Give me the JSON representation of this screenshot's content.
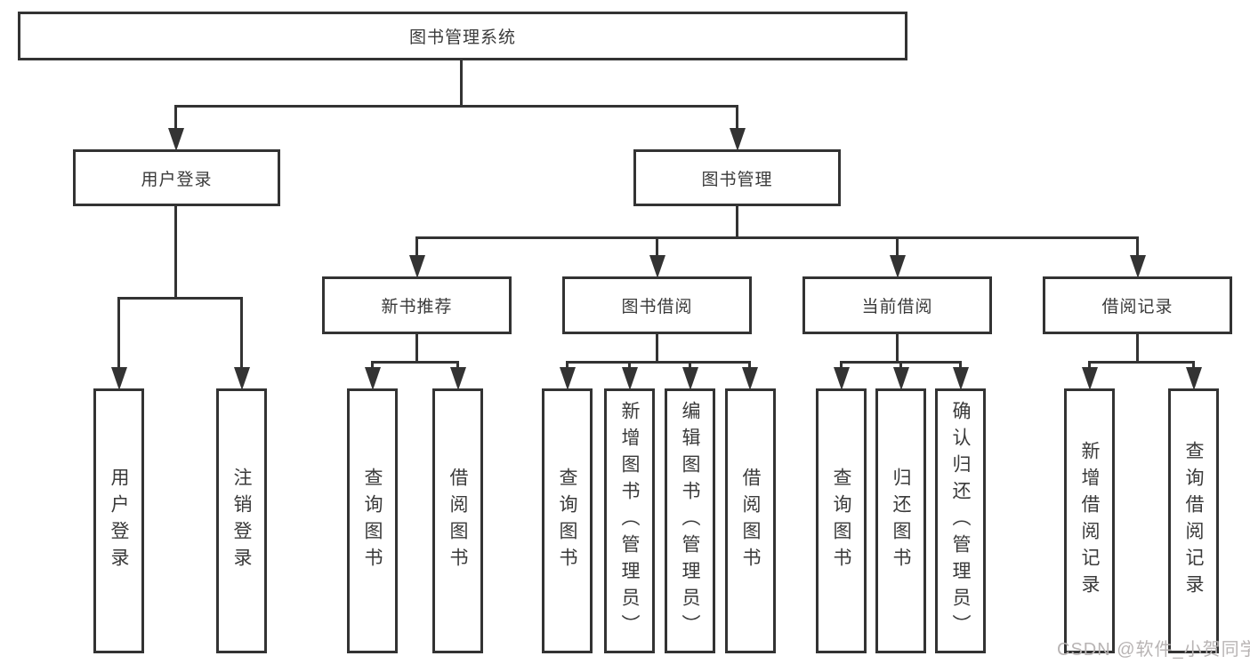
{
  "colors": {
    "line": "#333333",
    "box_border": "#333333",
    "text": "#3a3a3a",
    "watermark": "#b8b4b4",
    "background": "#ffffff"
  },
  "tree": {
    "root": {
      "label": "图书管理系统"
    },
    "branches": [
      {
        "label": "用户登录",
        "leaves": [
          "用户登录",
          "注销登录"
        ]
      },
      {
        "label": "图书管理",
        "groups": [
          {
            "label": "新书推荐",
            "leaves": [
              "查询图书",
              "借阅图书"
            ]
          },
          {
            "label": "图书借阅",
            "leaves": [
              "查询图书",
              "新增图书（管理员）",
              "编辑图书（管理员）",
              "借阅图书"
            ]
          },
          {
            "label": "当前借阅",
            "leaves": [
              "查询图书",
              "归还图书",
              "确认归还（管理员）"
            ]
          },
          {
            "label": "借阅记录",
            "leaves": [
              "新增借阅记录",
              "查询借阅记录"
            ]
          }
        ]
      }
    ]
  },
  "watermark": {
    "text": "CSDN @软件_小贺同学"
  }
}
